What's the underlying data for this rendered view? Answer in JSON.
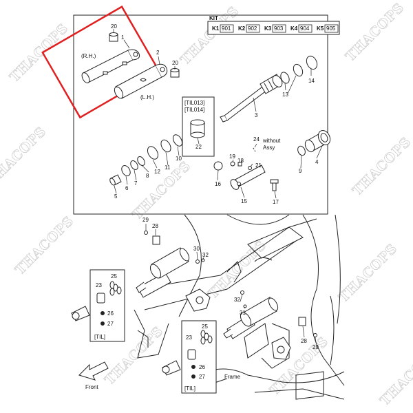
{
  "watermark": "THACOPS",
  "kit": {
    "title": "KIT",
    "items": [
      {
        "k": "K1",
        "code": "901"
      },
      {
        "k": "K2",
        "code": "902"
      },
      {
        "k": "K3",
        "code": "903"
      },
      {
        "k": "K4",
        "code": "904"
      },
      {
        "k": "K5",
        "code": "905"
      }
    ]
  },
  "highlight_color": "#e02020",
  "labels": {
    "rh": "(R.H.)",
    "lh": "(L.H.)",
    "til013": "[TIL013]",
    "til014": "[TIL014]",
    "without": "without",
    "assy": "Assy",
    "til": "[TIL]",
    "front": "Front",
    "frame": "Frame"
  },
  "part_numbers": {
    "p1": "1",
    "p2": "2",
    "p3": "3",
    "p4": "4",
    "p5": "5",
    "p6": "6",
    "p7": "7",
    "p8": "8",
    "p9": "9",
    "p10": "10",
    "p11": "11",
    "p12": "12",
    "p13": "13",
    "p14": "14",
    "p15": "15",
    "p16": "16",
    "p17": "17",
    "p18": "18",
    "p19": "19",
    "p20a": "20",
    "p20b": "20",
    "p21": "21",
    "p22": "22",
    "p24": "24",
    "p29a": "29",
    "p28a": "28",
    "p30": "30",
    "p32a": "32",
    "p23a": "23",
    "p25a": "25",
    "p26a": "26",
    "p27a": "27",
    "p32b": "32",
    "p31": "31",
    "p23b": "23",
    "p25b": "25",
    "p26b": "26",
    "p27b": "27",
    "p28b": "28",
    "p29b": "29"
  }
}
